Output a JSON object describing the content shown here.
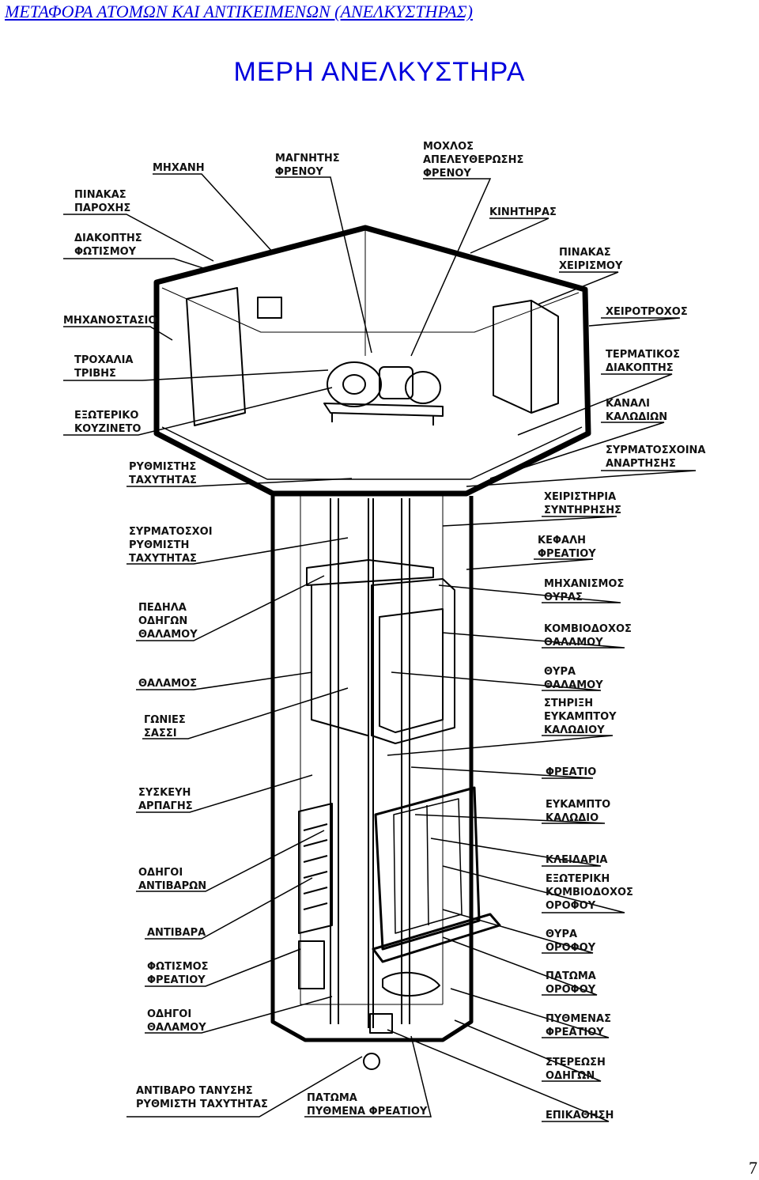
{
  "running_head": "ΜΕΤΑΦΟΡΑ ΑΤΟΜΩΝ ΚΑΙ ΑΝΤΙΚΕΙΜΕΝΩΝ (ΑΝΕΛΚΥΣΤΗΡΑΣ)",
  "title": "ΜΕΡΗ ΑΝΕΛΚΥΣΤΗΡΑ",
  "page_number": "7",
  "labels": {
    "machine": [
      "ΜΗΧΑΝΗ"
    ],
    "brake_magnet": [
      "ΜΑΓΝΗΤΗΣ",
      "ΦΡΕΝΟΥ"
    ],
    "brake_release_lever": [
      "ΜΟΧΛΟΣ",
      "ΑΠΕΛΕΥΘΕΡΩΣΗΣ",
      "ΦΡΕΝΟΥ"
    ],
    "motor": [
      "ΚΙΝΗΤΗΡΑΣ"
    ],
    "supply_panel": [
      "ΠΙΝΑΚΑΣ",
      "ΠΑΡΟΧΗΣ"
    ],
    "lighting_switch": [
      "ΔΙΑΚΟΠΤΗΣ",
      "ΦΩΤΙΣΜΟΥ"
    ],
    "control_panel": [
      "ΠΙΝΑΚΑΣ",
      "ΧΕΙΡΙΣΜΟΥ"
    ],
    "machine_room": [
      "ΜΗΧΑΝΟΣΤΑΣΙΟ"
    ],
    "handwheel": [
      "ΧΕΙΡΟΤΡΟΧΟΣ"
    ],
    "traction_sheave": [
      "ΤΡΟΧΑΛΙΑ",
      "ΤΡΙΒΗΣ"
    ],
    "limit_switch": [
      "ΤΕΡΜΑΤΙΚΟΣ",
      "ΔΙΑΚΟΠΤΗΣ"
    ],
    "external_bearing": [
      "ΕΞΩΤΕΡΙΚΟ",
      "ΚΟΥΖΙΝΕΤΟ"
    ],
    "cable_ducts": [
      "ΚΑΝΑΛΙ",
      "ΚΑΛΩΔΙΩΝ"
    ],
    "speed_governor": [
      "ΡΥΘΜΙΣΤΗΣ",
      "ΤΑΧΥΤΗΤΑΣ"
    ],
    "suspension_ropes": [
      "ΣΥΡΜΑΤΟΣΧΟΙΝΑ",
      "ΑΝΑΡΤΗΣΗΣ"
    ],
    "maintenance_controls": [
      "ΧΕΙΡΙΣΤΗΡΙΑ",
      "ΣΥΝΤΗΡΗΣΗΣ"
    ],
    "governor_rope": [
      "ΣΥΡΜΑΤΟΣΧΟΙ",
      "ΡΥΘΜΙΣΤΗ",
      "ΤΑΧΥΤΗΤΑΣ"
    ],
    "shaft_head": [
      "ΚΕΦΑΛΗ",
      "ΦΡΕΑΤΙΟΥ"
    ],
    "door_mechanism": [
      "ΜΗΧΑΝΙΣΜΟΣ",
      "ΘΥΡΑΣ"
    ],
    "car_guide_shoes": [
      "ΠΕΔΗΛΑ",
      "ΟΔΗΓΩΝ",
      "ΘΑΛΑΜΟΥ"
    ],
    "car_push_buttons": [
      "ΚΟΜΒΙΟΔΟΧΟΣ",
      "ΘΑΛΑΜΟΥ"
    ],
    "car": [
      "ΘΑΛΑΜΟΣ"
    ],
    "car_door": [
      "ΘΥΡΑ",
      "ΘΑΛΑΜΟΥ"
    ],
    "sling_corners": [
      "ΓΩΝΙΕΣ",
      "ΣΑΣΣΙ"
    ],
    "travelling_cable_support": [
      "ΣΤΗΡΙΞΗ",
      "ΕΥΚΑΜΠΤΟΥ",
      "ΚΑΛΩΔΙΟΥ"
    ],
    "shaft": [
      "ΦΡΕΑΤΙΟ"
    ],
    "safety_gear": [
      "ΣΥΣΚΕΥΗ",
      "ΑΡΠΑΓΗΣ"
    ],
    "travelling_cable": [
      "ΕΥΚΑΜΠΤΟ",
      "ΚΑΛΩΔΙΟ"
    ],
    "counterweight_guides": [
      "ΟΔΗΓΟΙ",
      "ΑΝΤΙΒΑΡΩΝ"
    ],
    "locks": [
      "ΚΛΕΙΔΑΡΙΑ"
    ],
    "landing_push_buttons": [
      "ΕΞΩΤΕΡΙΚΗ",
      "ΚΟΜΒΙΟΔΟΧΟΣ",
      "ΟΡΟΦΟΥ"
    ],
    "counterweight": [
      "ΑΝΤΙΒΑΡΑ"
    ],
    "landing_door": [
      "ΘΥΡΑ",
      "ΟΡΟΦΟΥ"
    ],
    "shaft_lighting": [
      "ΦΩΤΙΣΜΟΣ",
      "ΦΡΕΑΤΙΟΥ"
    ],
    "landing_floor": [
      "ΠΑΤΩΜΑ",
      "ΟΡΟΦΟΥ"
    ],
    "car_guides": [
      "ΟΔΗΓΟΙ",
      "ΘΑΛΑΜΟΥ"
    ],
    "pit_bottom": [
      "ΠΥΘΜΕΝΑΣ",
      "ΦΡΕΑΤΙΟΥ"
    ],
    "guide_fixing": [
      "ΣΤΕΡΕΩΣΗ",
      "ΟΔΗΓΩΝ"
    ],
    "governor_tension_weight": [
      "ΑΝΤΙΒΑΡΟ ΤΑΝΥΣΗΣ",
      "ΡΥΘΜΙΣΤΗ ΤΑΧΥΤΗΤΑΣ"
    ],
    "pit_floor": [
      "ΠΑΤΩΜΑ",
      "ΠΥΘΜΕΝΑ ΦΡΕΑΤΙΟΥ"
    ],
    "buffer": [
      "ΕΠΙΚΑΘΗΣΗ"
    ]
  }
}
